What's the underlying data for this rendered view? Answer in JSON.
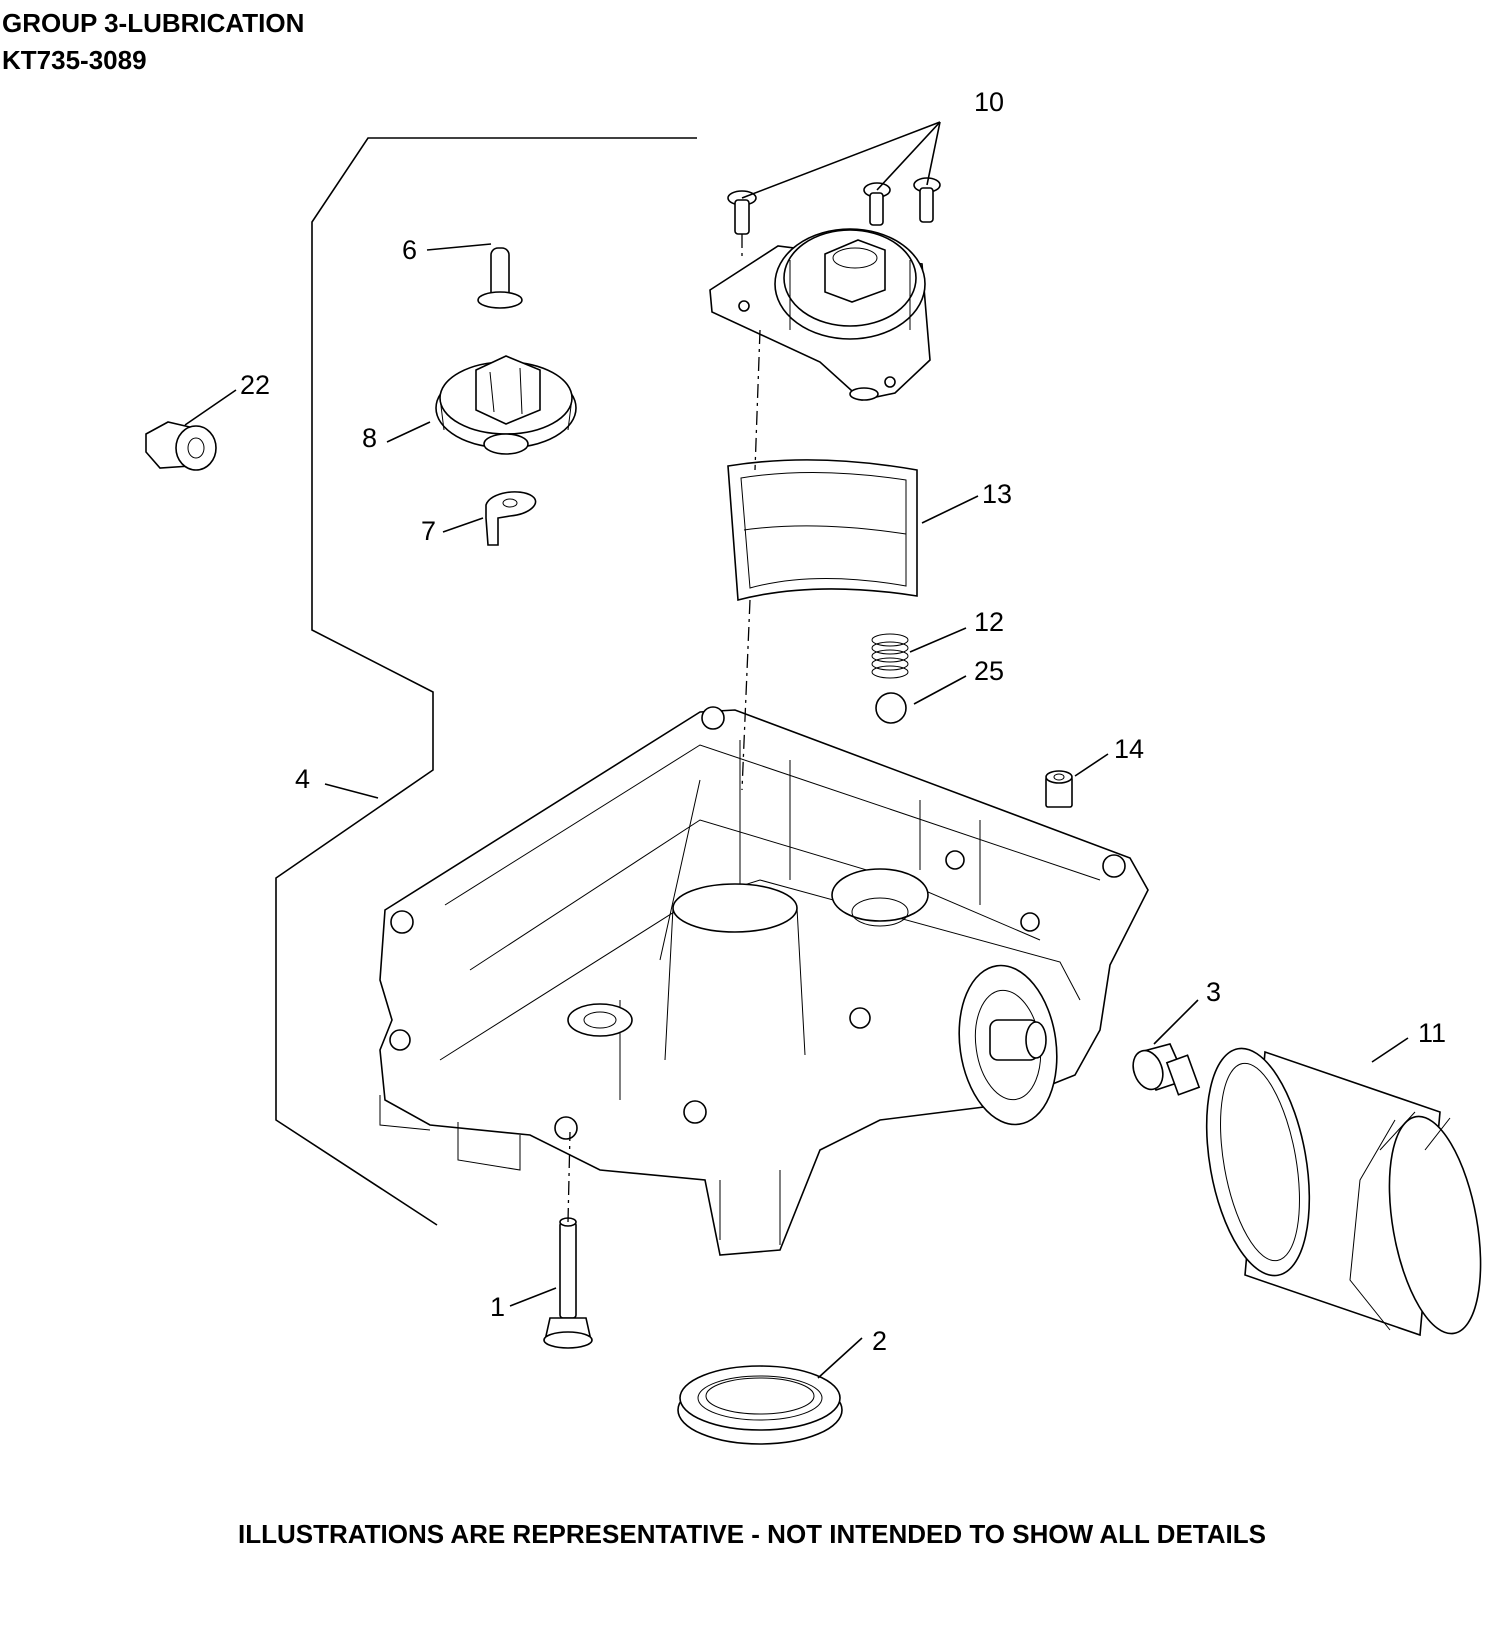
{
  "header": {
    "title": "GROUP 3-LUBRICATION",
    "model": "KT735-3089"
  },
  "footer": {
    "disclaimer": "ILLUSTRATIONS ARE REPRESENTATIVE - NOT INTENDED TO SHOW ALL DETAILS"
  },
  "callouts": {
    "c1": "1",
    "c2": "2",
    "c3": "3",
    "c4": "4",
    "c6": "6",
    "c7": "7",
    "c8": "8",
    "c10": "10",
    "c11": "11",
    "c12": "12",
    "c13": "13",
    "c14": "14",
    "c22": "22",
    "c25": "25"
  }
}
